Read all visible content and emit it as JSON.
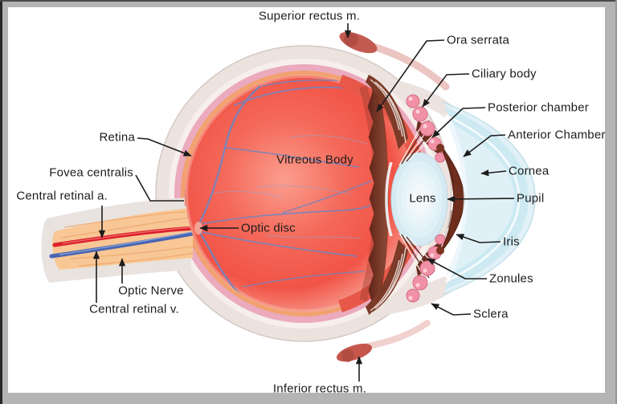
{
  "labels": {
    "superior_rectus": "Superior rectus m.",
    "ora_serrata": "Ora serrata",
    "ciliary_body": "Ciliary body",
    "posterior_chamber": "Posterior chamber",
    "anterior_chamber": "Anterior Chamber",
    "cornea": "Cornea",
    "pupil": "Pupil",
    "iris": "Iris",
    "zonules": "Zonules",
    "sclera": "Sclera",
    "inferior_rectus": "Inferior rectus m.",
    "retina": "Retina",
    "fovea_centralis": "Fovea centralis",
    "central_retinal_a": "Central retinal a.",
    "optic_disc": "Optic disc",
    "optic_nerve": "Optic Nerve",
    "central_retinal_v": "Central retinal v.",
    "vitreous_body": "Vitreous Body",
    "lens": "Lens"
  },
  "palette": {
    "background": "#ffffff",
    "frame": "#b4b4b4",
    "frame_edge": "#272727",
    "sclera": "#ece3df",
    "choroid_pink": "#ebaabe",
    "retina_orange": "#f2a170",
    "vitreous_red": "#f15647",
    "vessel_blue": "#7085c1",
    "optic_nerve": "#f9c795",
    "artery_red": "#dc202e",
    "vein_blue": "#4a66b2",
    "uvea_dark": "#6f2e1d",
    "ciliary_pink": "#f191a6",
    "aqueous_blue": "#cdeaf2",
    "lens_blue": "#d5eaf2",
    "label_text": "#1c1c1c"
  }
}
